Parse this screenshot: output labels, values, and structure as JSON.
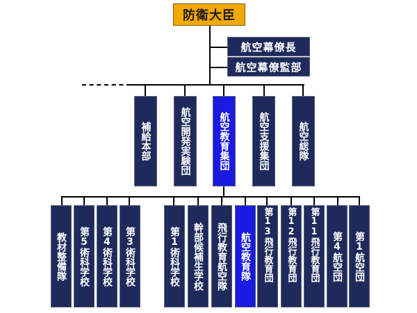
{
  "top": "防衛大臣",
  "staff": [
    "航空幕僚長",
    "航空幕僚監部"
  ],
  "commands": [
    {
      "label": "補給本部",
      "highlight": false
    },
    {
      "label": "航空開発実験団",
      "highlight": false
    },
    {
      "label": "航空教育集団",
      "highlight": true
    },
    {
      "label": "航空支援集団",
      "highlight": false
    },
    {
      "label": "航空総隊",
      "highlight": false
    }
  ],
  "units_left": [
    {
      "label": "教材整備隊",
      "highlight": false
    },
    {
      "label": "第5術科学校",
      "highlight": false
    },
    {
      "label": "第4術科学校",
      "highlight": false
    },
    {
      "label": "第3術科学校",
      "highlight": false
    }
  ],
  "units_right": [
    {
      "label": "第1術科学校",
      "highlight": false
    },
    {
      "label": "幹部候補生学校",
      "highlight": false
    },
    {
      "label": "飛行教育航空隊",
      "highlight": false
    },
    {
      "label": "航空教育隊",
      "highlight": true
    },
    {
      "label": "第13飛行教育団",
      "highlight": false
    },
    {
      "label": "第12飛行教育団",
      "highlight": false
    },
    {
      "label": "第11飛行教育団",
      "highlight": false
    },
    {
      "label": "第4航空団",
      "highlight": false
    },
    {
      "label": "第1航空団",
      "highlight": false
    }
  ]
}
